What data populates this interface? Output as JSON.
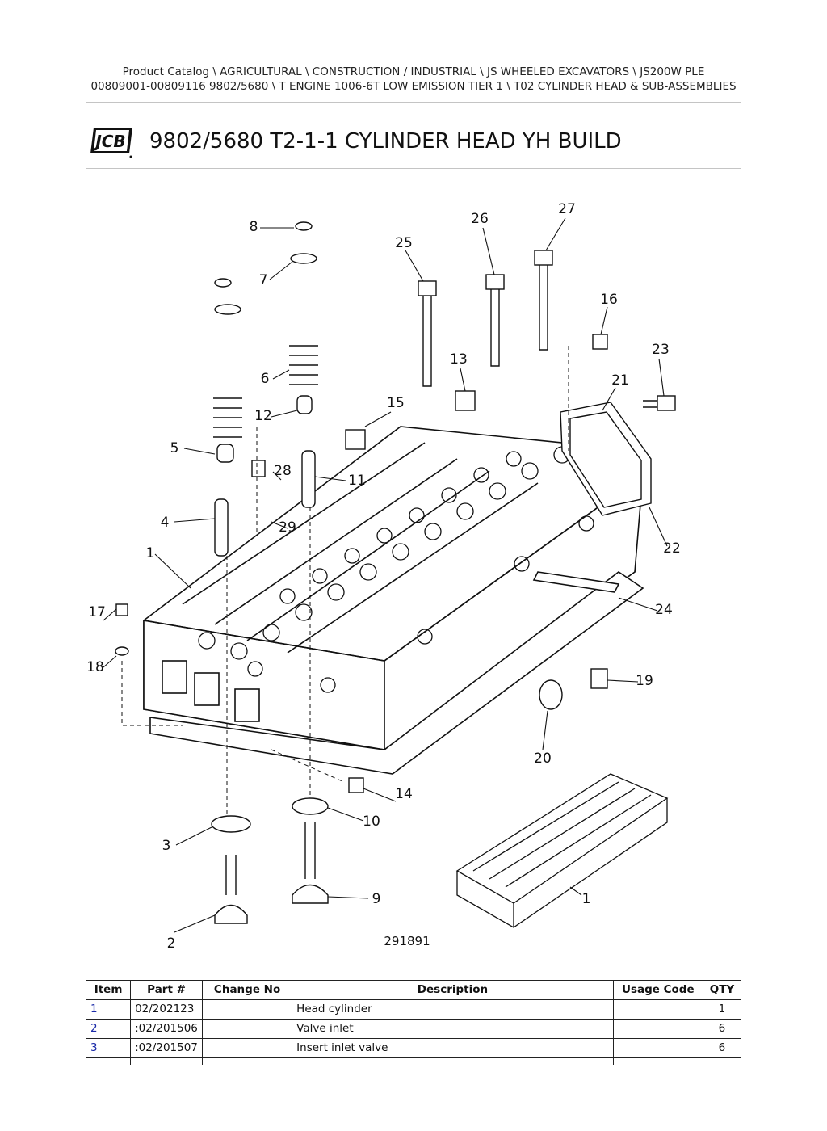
{
  "breadcrumb": {
    "line1": "Product Catalog  \\  AGRICULTURAL  \\  CONSTRUCTION / INDUSTRIAL  \\  JS WHEELED EXCAVATORS  \\  JS200W PLE",
    "line2": "00809001-00809116 9802/5680  \\  T ENGINE 1006-6T LOW EMISSION TIER 1  \\  T02 CYLINDER HEAD & SUB-ASSEMBLIES"
  },
  "header": {
    "logo_text": "JCB",
    "title": "9802/5680 T2-1-1 CYLINDER HEAD YH BUILD"
  },
  "diagram": {
    "drawing_number": "291891",
    "callouts": [
      "1",
      "2",
      "3",
      "4",
      "5",
      "6",
      "7",
      "8",
      "9",
      "10",
      "11",
      "12",
      "13",
      "14",
      "15",
      "16",
      "17",
      "18",
      "19",
      "20",
      "21",
      "22",
      "23",
      "24",
      "25",
      "26",
      "27",
      "28",
      "29"
    ]
  },
  "table": {
    "headers": [
      "Item",
      "Part #",
      "Change No",
      "Description",
      "Usage Code",
      "QTY"
    ],
    "rows": [
      {
        "item": "1",
        "part": "02/202123",
        "change": "",
        "description": "Head cylinder",
        "usage": "",
        "qty": "1"
      },
      {
        "item": "2",
        "part": ":02/201506",
        "change": "",
        "description": "Valve inlet",
        "usage": "",
        "qty": "6"
      },
      {
        "item": "3",
        "part": ":02/201507",
        "change": "",
        "description": "Insert inlet valve",
        "usage": "",
        "qty": "6"
      }
    ]
  }
}
